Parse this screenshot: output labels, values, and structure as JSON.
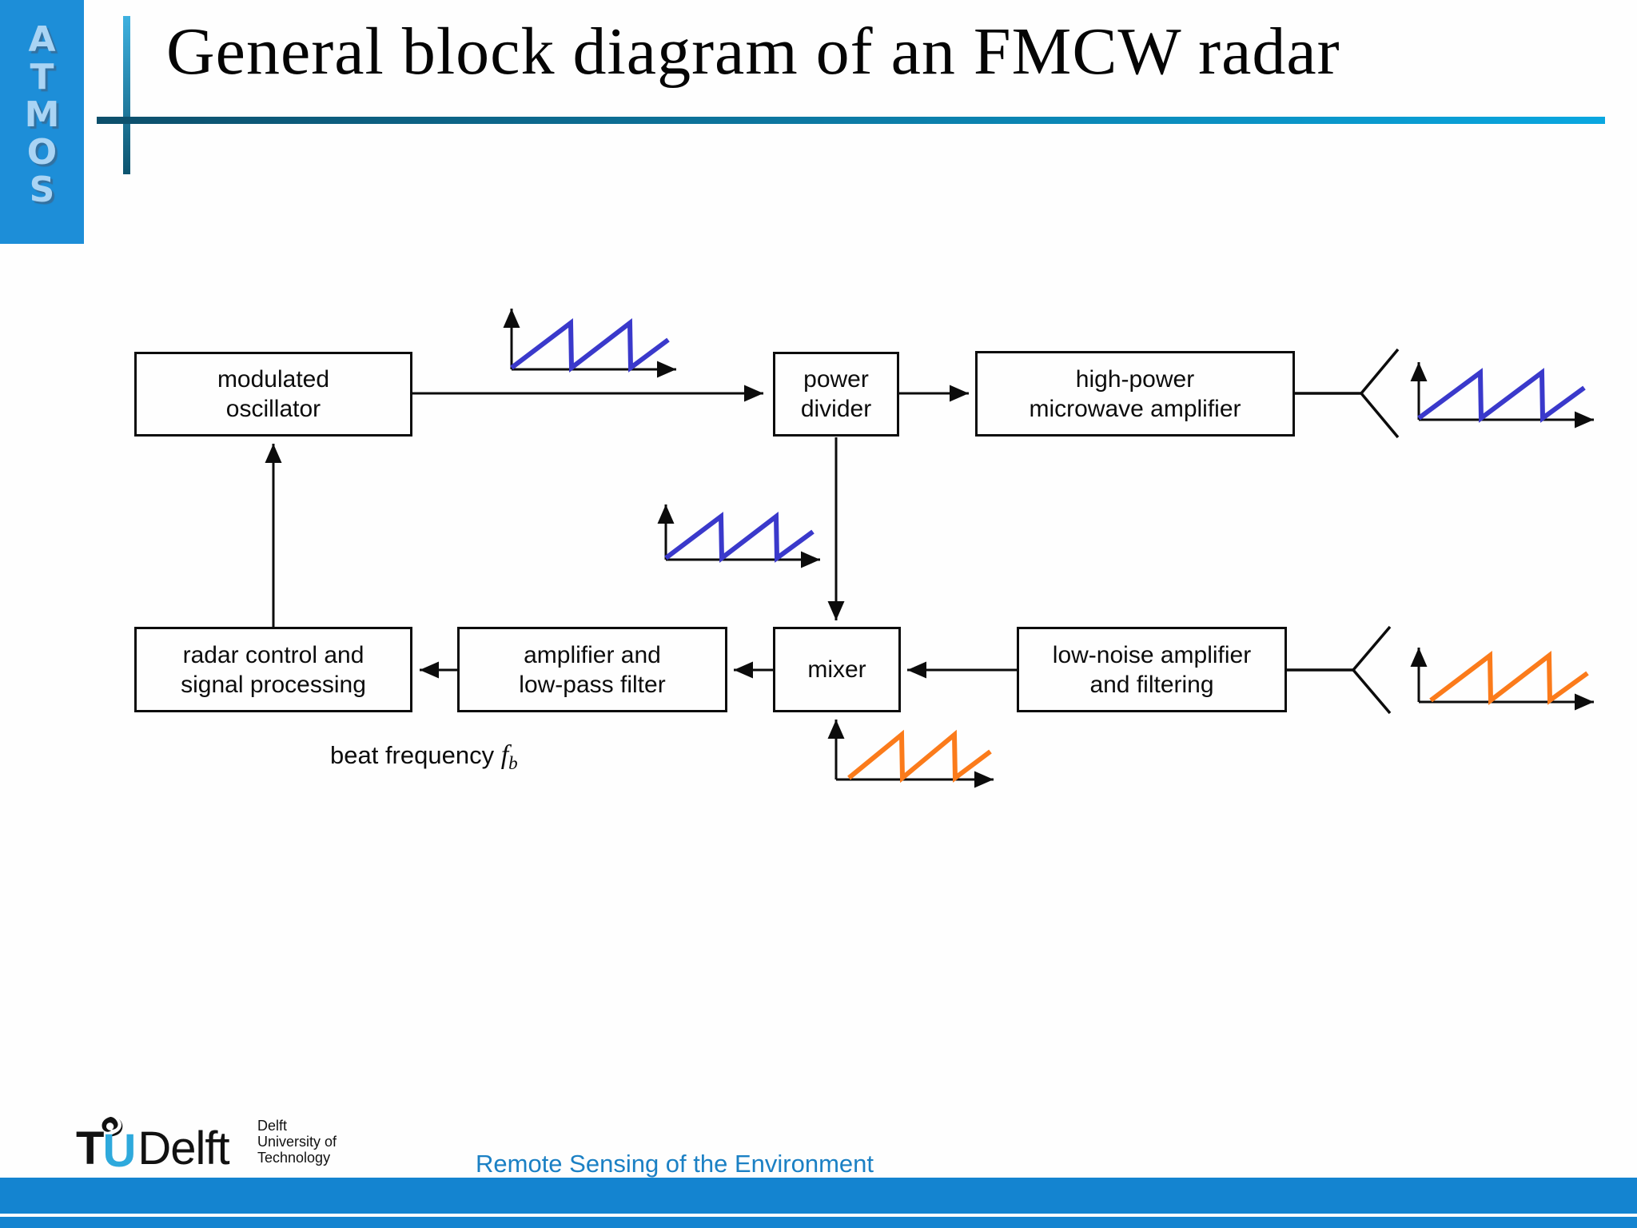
{
  "sidebar": {
    "letters": "A\nT\nM\nO\nS"
  },
  "header": {
    "title": "General block diagram of an FMCW radar"
  },
  "diagram": {
    "boxes": {
      "modulated_oscillator": "modulated\noscillator",
      "power_divider": "power\ndivider",
      "high_power_amplifier": "high-power\nmicrowave amplifier",
      "radar_control": "radar control and\nsignal processing",
      "amplifier_lpf": "amplifier and\nlow-pass filter",
      "mixer": "mixer",
      "low_noise_amplifier": "low-noise amplifier\nand filtering"
    },
    "labels": {
      "beat_frequency_text": "beat frequency ",
      "beat_frequency_symbol": "f",
      "beat_frequency_sub": "b"
    }
  },
  "colors": {
    "waveform_tx_blue": "#3a39cb",
    "waveform_rx_orange": "#fb7b1b",
    "sidebar_blue": "#1d8ed8",
    "footer_bar_blue": "#1484d0",
    "course_text_blue": "#1b80c4",
    "logo_u_cyan": "#2ea9dc",
    "accent_dark_teal": "#0d4f6b",
    "accent_light_blue": "#0aa7e0"
  },
  "footer": {
    "logo": {
      "t": "T",
      "u": "U",
      "name": "Delft",
      "affiliation": "Delft\nUniversity of\nTechnology"
    },
    "course": "Remote Sensing of the Environment"
  }
}
